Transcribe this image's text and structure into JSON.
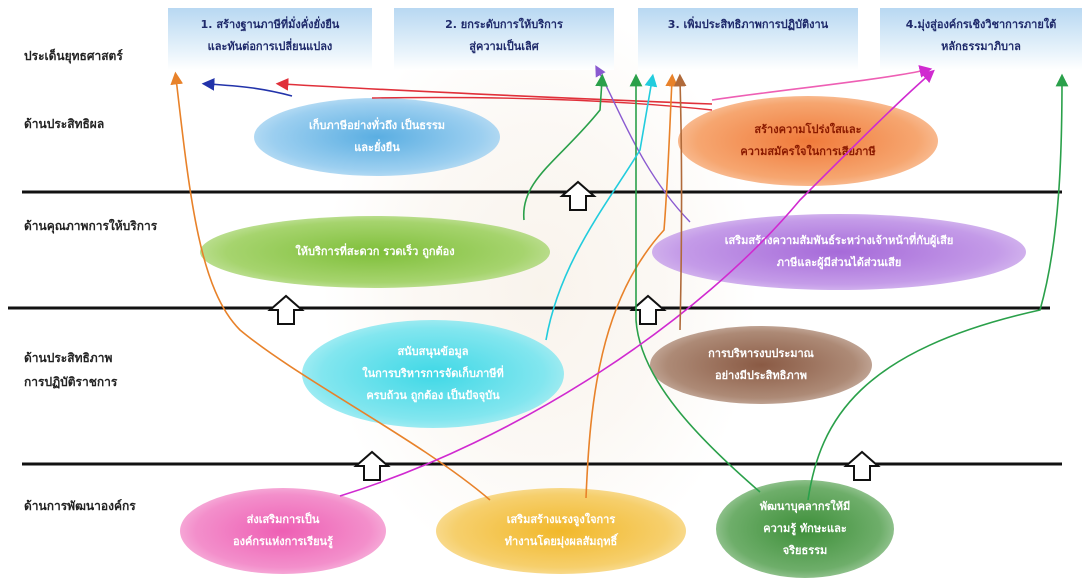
{
  "goals": [
    {
      "text": "1. สร้างฐานภาษีที่มั่งคั่งยั่งยืน\nและทันต่อการเปลี่ยนแปลง"
    },
    {
      "text": "2. ยกระดับการให้บริการ\nสู่ความเป็นเลิศ"
    },
    {
      "text": "3. เพิ่มประสิทธิภาพการปฏิบัติงาน"
    },
    {
      "text": "4.มุ่งสู่องค์กรเชิงวิชาการภายใต้\nหลักธรรมาภิบาล"
    }
  ],
  "row_labels": {
    "strategy": "ประเด็นยุทธศาสตร์",
    "effectiveness": "ด้านประสิทธิผล",
    "service": "ด้านคุณภาพการให้บริการ",
    "efficiency": "ด้านประสิทธิภาพ\nการปฏิบัติราชการ",
    "development": "ด้านการพัฒนาองค์กร"
  },
  "objectives": [
    {
      "text": "เก็บภาษีอย่างทั่วถึง เป็นธรรม\nและยั่งยืน",
      "fill": "#5aaee2",
      "color": "#ffffff"
    },
    {
      "text": "สร้างความโปร่งใสและ\nความสมัครใจในการเสียภาษี",
      "fill": "#f07a3a",
      "color": "#8b1a00"
    },
    {
      "text": "ให้บริการที่สะดวก รวดเร็ว ถูกต้อง",
      "fill": "#7fbf3a",
      "color": "#ffffff"
    },
    {
      "text": "เสริมสร้างความสัมพันธ์ระหว่างเจ้าหน้าที่กับผู้เสีย\nภาษีและผู้มีส่วนได้ส่วนเสีย",
      "fill": "#a66ad9",
      "color": "#ffffff"
    },
    {
      "text": "สนับสนุนข้อมูล\nในการบริหารการจัดเก็บภาษีที่\nครบถ้วน ถูกต้อง เป็นปัจจุบัน",
      "fill": "#3fd8e6",
      "color": "#ffffff"
    },
    {
      "text": "การบริหารงบประมาณ\nอย่างมีประสิทธิภาพ",
      "fill": "#8a5a44",
      "color": "#ffffff"
    },
    {
      "text": "ส่งเสริมการเป็น\nองค์กรแห่งการเรียนรู้",
      "fill": "#ee5fb4",
      "color": "#ffffff"
    },
    {
      "text": "เสริมสร้างแรงจูงใจการ\nทำงานโดยมุ่งผลสัมฤทธิ์",
      "fill": "#f2b82a",
      "color": "#ffffff"
    },
    {
      "text": "พัฒนาบุคลากรให้มี\nความรู้ ทักษะและ\nจริยธรรม",
      "fill": "#3e8f3a",
      "color": "#ffffff"
    }
  ]
}
